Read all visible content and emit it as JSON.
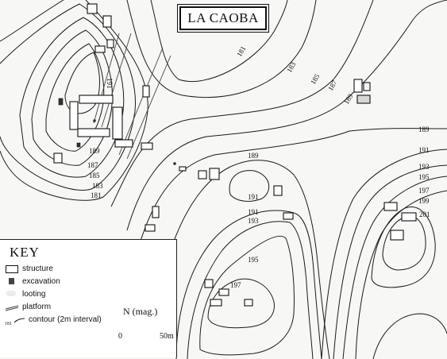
{
  "title": "LA CAOBA",
  "key": {
    "heading": "KEY",
    "items": [
      {
        "symbol": "structure-icon",
        "label": "structure"
      },
      {
        "symbol": "excavation-icon",
        "label": "excavation"
      },
      {
        "symbol": "looting-icon",
        "label": "looting"
      },
      {
        "symbol": "platform-icon",
        "label": "platform"
      },
      {
        "symbol": "contour-icon",
        "label": "contour (2m interval)",
        "sample_value": "181"
      }
    ]
  },
  "north_arrow": {
    "label": "N (mag.)"
  },
  "scale_bar": {
    "start": "0",
    "end": "50m"
  },
  "contour_labels": [
    "181",
    "183",
    "185",
    "187",
    "189",
    "191",
    "193",
    "195",
    "197",
    "199",
    "201"
  ],
  "colors": {
    "ink": "#111111",
    "paper": "#f7f7f5",
    "key_background": "#ffffff"
  }
}
